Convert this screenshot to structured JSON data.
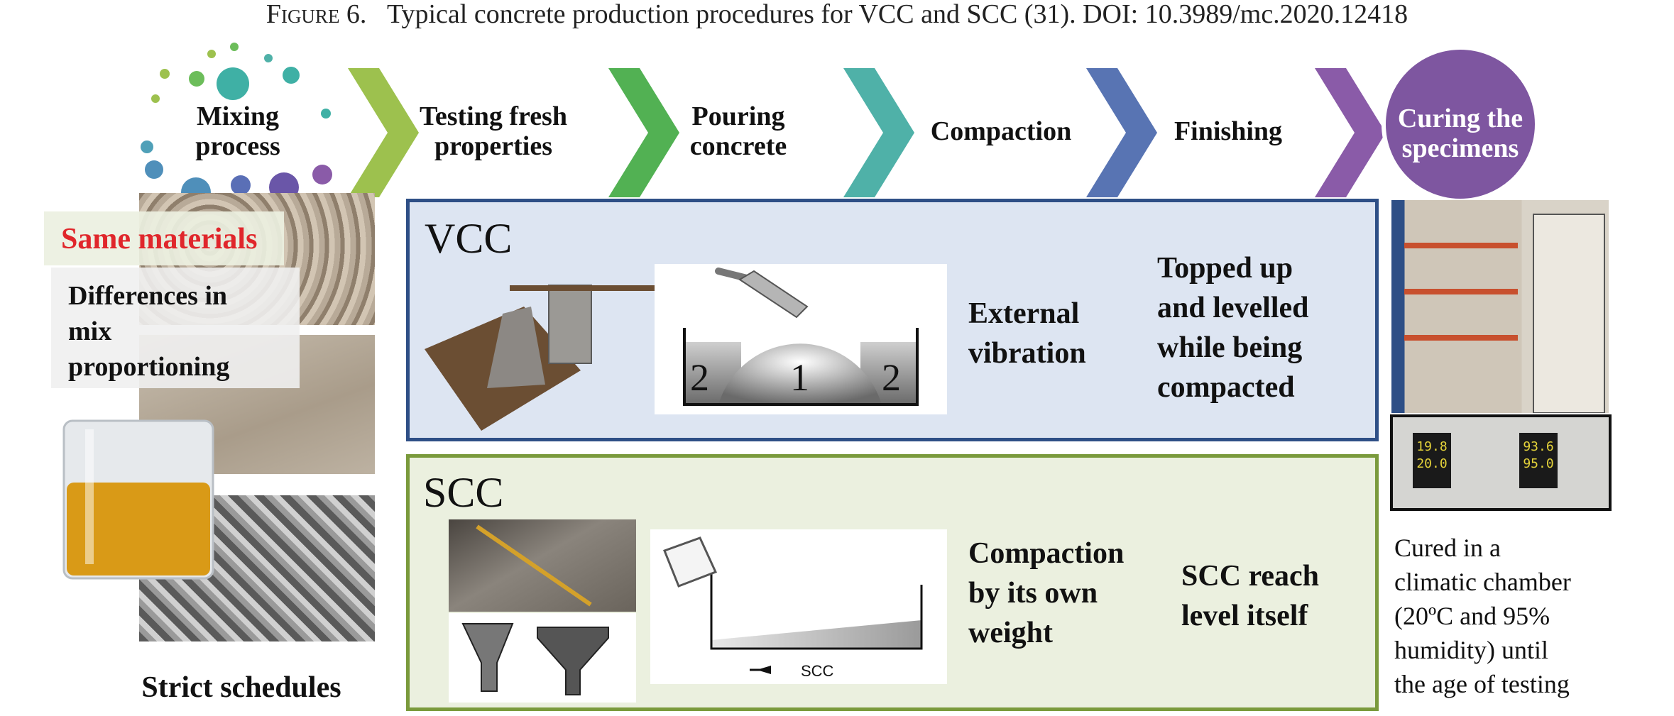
{
  "caption": {
    "figure_label": "Figure 6.",
    "text": "Typical concrete production procedures for VCC and SCC (31). DOI: 10.3989/mc.2020.12418"
  },
  "steps": [
    {
      "line1": "Mixing",
      "line2": "process"
    },
    {
      "line1": "Testing fresh",
      "line2": "properties"
    },
    {
      "line1": "Pouring",
      "line2": "concrete"
    },
    {
      "line1": "Compaction",
      "line2": ""
    },
    {
      "line1": "Finishing",
      "line2": ""
    },
    {
      "line1": "Curing the",
      "line2": "specimens"
    }
  ],
  "left": {
    "same_materials": "Same materials",
    "differences_1": "Differences in",
    "differences_2": "mix",
    "differences_3": "proportioning",
    "strict_schedules": "Strict schedules"
  },
  "vcc": {
    "label": "VCC",
    "compaction_1": "External",
    "compaction_2": "vibration",
    "finishing_1": "Topped up",
    "finishing_2": "and levelled",
    "finishing_3": "while being",
    "finishing_4": "compacted",
    "diagram_num_left": "2",
    "diagram_num_center": "1",
    "diagram_num_right": "2"
  },
  "scc": {
    "label": "SCC",
    "compaction_1": "Compaction",
    "compaction_2": "by its own",
    "compaction_3": "weight",
    "finishing_1": "SCC reach",
    "finishing_2": "level itself",
    "diagram_flow_label": "SCC"
  },
  "curing": {
    "line1": "Cured in a",
    "line2": "climatic chamber",
    "line3": "(20ºC and 95%",
    "line4": "humidity) until",
    "line5": "the age of testing",
    "display_1_top": "19.8",
    "display_1_bottom": "20.0",
    "display_2_top": "93.6",
    "display_2_bottom": "95.0"
  },
  "colors": {
    "chevron_1": "#9dc14e",
    "chevron_2": "#52b153",
    "chevron_3": "#4fb1a8",
    "chevron_4": "#5874b3",
    "chevron_5": "#8a5ba8",
    "curing_circle": "#7e56a0",
    "vcc_border": "#2e4f86",
    "vcc_fill": "#dde5f2",
    "scc_border": "#7a9a3c",
    "scc_fill": "#ebf0df",
    "same_materials": "#e0262b"
  }
}
